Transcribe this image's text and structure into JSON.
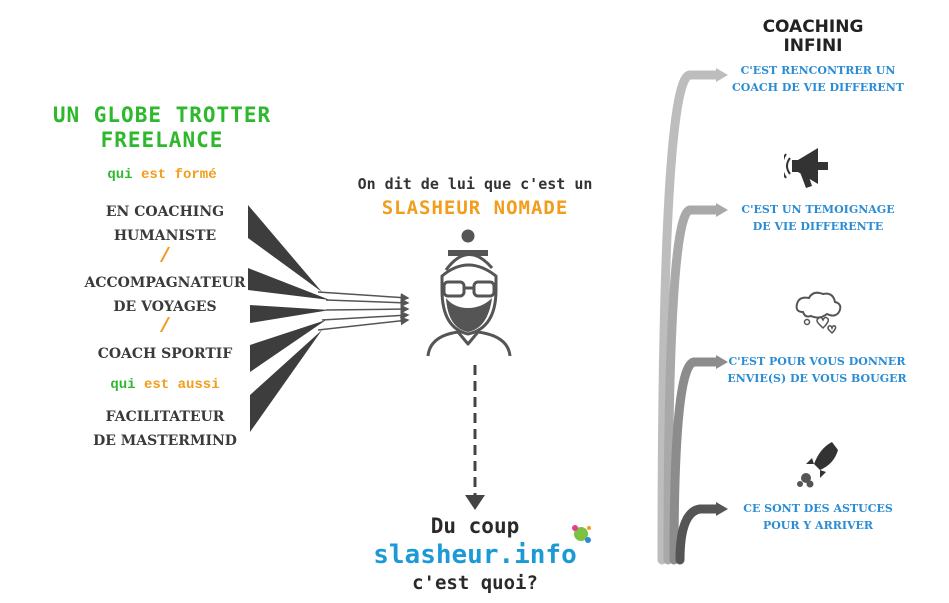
{
  "left": {
    "title_line1": "UN GLOBE TROTTER",
    "title_line2": "FREELANCE",
    "qui": "qui",
    "est_forme": "est formé",
    "role1_line1": "EN COACHING",
    "role1_line2": "HUMANISTE",
    "slash": "/",
    "role2_line1": "ACCOMPAGNATEUR",
    "role2_line2": "DE VOYAGES",
    "role3": "COACH SPORTIF",
    "qui2": "qui",
    "est_aussi": "est aussi",
    "role4_line1": "FACILITATEUR",
    "role4_line2": "DE MASTERMIND"
  },
  "center": {
    "said_line": "On dit de lui que c'est un",
    "slasheur_nomade": "SLASHEUR NOMADE",
    "du_coup": "Du coup",
    "brand": "slasheur.info",
    "question": "c'est quoi?"
  },
  "right": {
    "heading_line1": "COACHING",
    "heading_line2": "INFINI",
    "item1_line1": "C'EST RENCONTRER UN",
    "item1_line2": "COACH DE VIE DIFFERENT",
    "item2_line1": "C'EST UN TEMOIGNAGE",
    "item2_line2": "DE VIE DIFFERENTE",
    "item3_line1": "C'EST POUR VOUS DONNER",
    "item3_line2": "ENVIE(S) DE VOUS BOUGER",
    "item4_line1": "CE SONT DES ASTUCES",
    "item4_line2": "POUR Y ARRIVER"
  },
  "icons": [
    "avatar-icon",
    "megaphone-icon",
    "thought-cloud-hearts-icon",
    "rocket-icon"
  ],
  "colors": {
    "green": "#2db82d",
    "orange": "#f29d1b",
    "blue": "#2a8cd4",
    "dark": "#3a3a3a",
    "grey": "#bdbdbd"
  }
}
